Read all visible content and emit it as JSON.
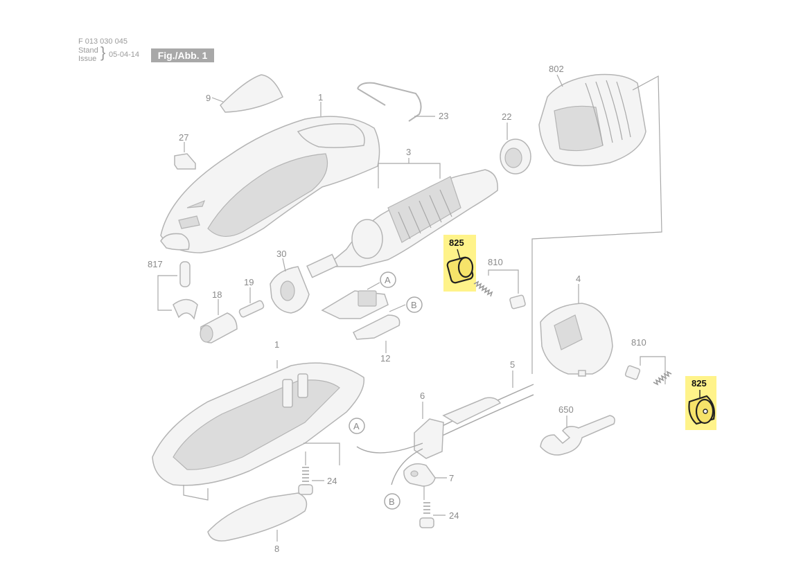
{
  "header": {
    "doc_number": "F 013 030 045",
    "stand_label": "Stand",
    "issue_label": "Issue",
    "date": "05-04-14",
    "figure_label": "Fig./Abb. 1"
  },
  "parts": {
    "p9": "9",
    "p1_top": "1",
    "p23": "23",
    "p22": "22",
    "p802": "802",
    "p27": "27",
    "p3": "3",
    "p825_left": "825",
    "p810_left": "810",
    "p817": "817",
    "p30": "30",
    "p19": "19",
    "p18": "18",
    "p12": "12",
    "p4": "4",
    "p810_right": "810",
    "p825_right": "825",
    "p1_bottom": "1",
    "p5": "5",
    "p6": "6",
    "p7": "7",
    "p24_left": "24",
    "p24_right": "24",
    "p650": "650",
    "p8": "8"
  },
  "connectors": {
    "A1": "A",
    "B1": "B",
    "A2": "A",
    "B2": "B"
  },
  "colors": {
    "highlight": "#fff38a",
    "line": "#b4b4b4",
    "label": "#8a8a8a"
  }
}
